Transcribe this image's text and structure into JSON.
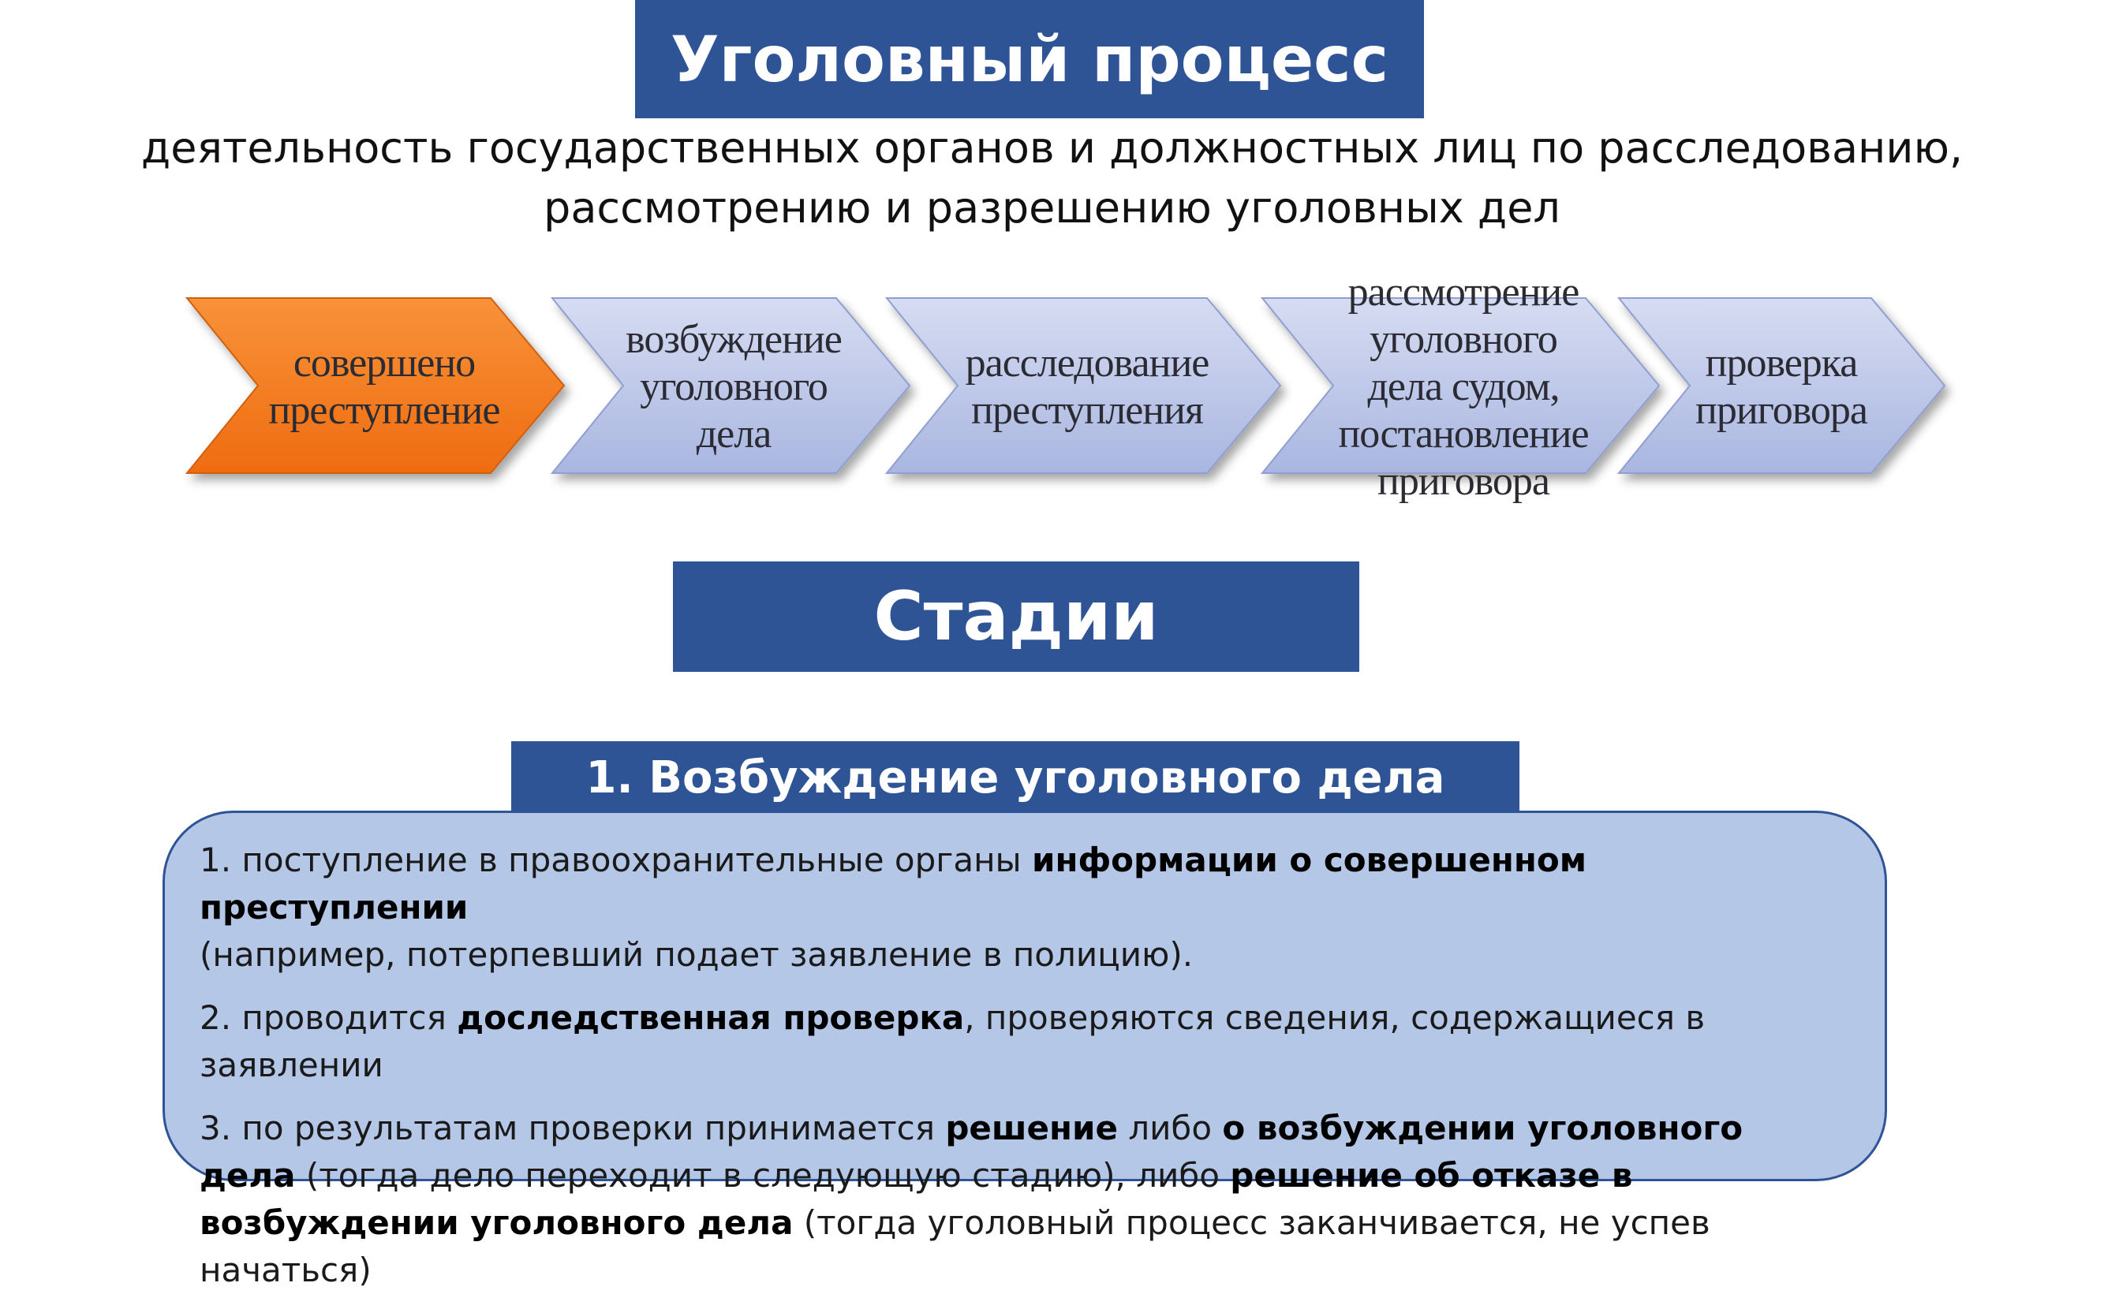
{
  "title": "Уголовный процесс",
  "definition": {
    "line1": "деятельность государственных органов и должностных лиц по расследованию,",
    "line2": "рассмотрению и разрешению уголовных дел"
  },
  "process_steps": [
    {
      "lines": [
        "совершено",
        "преступление"
      ],
      "color": "#f47b20"
    },
    {
      "lines": [
        "возбуждение",
        "уголовного",
        "дела"
      ],
      "color": "#c7d0ec"
    },
    {
      "lines": [
        "расследование",
        "преступления"
      ],
      "color": "#c7d0ec"
    },
    {
      "lines": [
        "рассмотрение",
        "уголовного",
        "дела судом,",
        "постановление",
        "приговора"
      ],
      "color": "#c7d0ec"
    },
    {
      "lines": [
        "проверка",
        "приговора"
      ],
      "color": "#c7d0ec"
    }
  ],
  "stages_heading": "Стадии",
  "stage": {
    "title": "1. Возбуждение уголовного дела",
    "items": [
      {
        "p1": "1. поступление в правоохранительные органы ",
        "b1": "информации о совершенном преступлении",
        "p2": "(например, потерпевший подает заявление в полицию)."
      },
      {
        "p1": "2. проводится ",
        "b1": "доследственная проверка",
        "p2": ", проверяются сведения, содержащиеся в заявлении"
      },
      {
        "p1": "3. по результатам проверки принимается ",
        "b1": "решение",
        "p2": " либо ",
        "b2": "о возбуждении уголовного дела",
        "p3": " (тогда дело переходит в следующую стадию), либо ",
        "b3": "решение об отказе в возбуждении уголовного дела",
        "p4": " (тогда уголовный процесс заканчивается, не успев начаться)"
      }
    ]
  },
  "colors": {
    "header_blue": "#2f5496",
    "content_fill": "#b4c7e7",
    "chevron_active": "#f47b20",
    "chevron_inactive": "#c7d0ec"
  }
}
